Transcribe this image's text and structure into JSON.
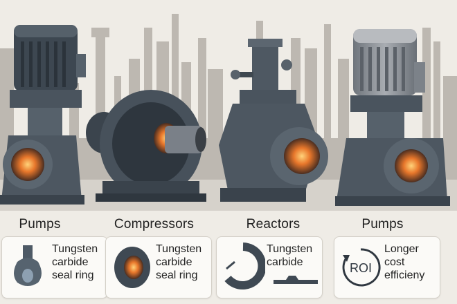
{
  "categories": [
    {
      "label": "Pumps",
      "lines": [
        "Tungsten",
        "carbide",
        "seal ring"
      ],
      "icon": "seal-ring-icon"
    },
    {
      "label": "Compressors",
      "lines": [
        "Tungsten",
        "carbide",
        "seal ring"
      ],
      "icon": "ring-icon"
    },
    {
      "label": "Reactors",
      "lines": [
        "Tungsten",
        "carbide"
      ],
      "icon": "split-ring-icon"
    },
    {
      "label": "Pumps",
      "lines": [
        "Longer",
        "cost",
        "efficienу"
      ],
      "icon": "roi-cycle-icon"
    }
  ],
  "roi_text": "ROI",
  "colors": {
    "background": "#efece6",
    "machine_body": "#4f5963",
    "motor_dark": "#3c4650",
    "motor_light": "#8e9399",
    "glow": "#e8772b",
    "refinery": "#b7b2ab"
  }
}
